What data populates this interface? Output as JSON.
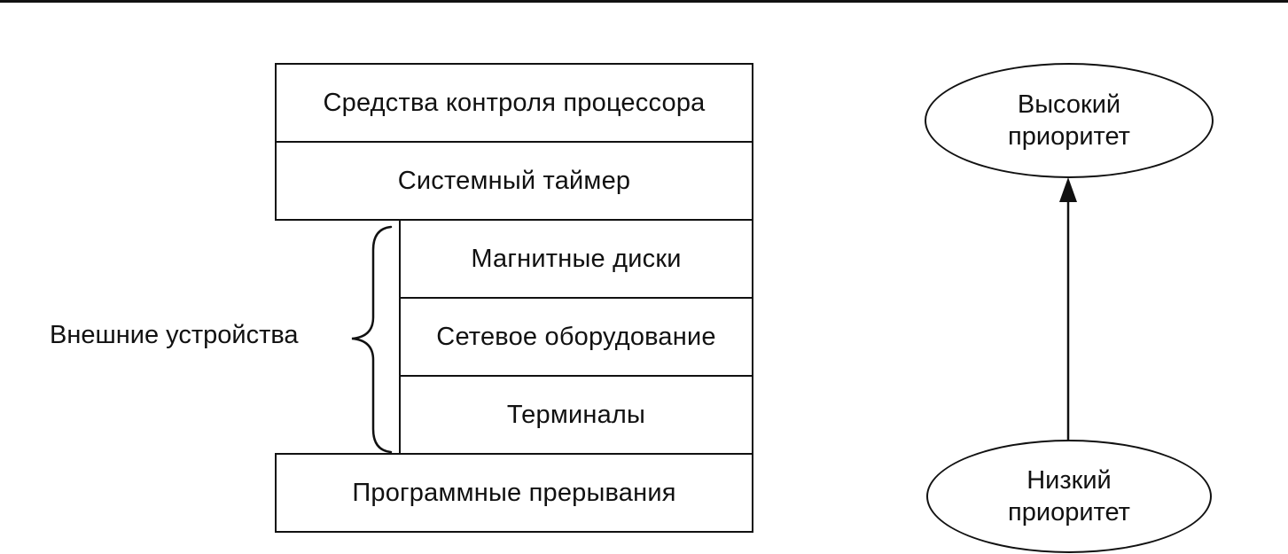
{
  "stack": {
    "processor_control": "Средства контроля процессора",
    "system_timer": "Системный таймер",
    "magnetic_disks": "Магнитные диски",
    "network_equipment": "Сетевое оборудование",
    "terminals": "Терминалы",
    "software_interrupts": "Программные прерывания"
  },
  "external_devices_label": "Внешние устройства",
  "priority": {
    "high_line1": "Высокий",
    "high_line2": "приоритет",
    "low_line1": "Низкий",
    "low_line2": "приоритет"
  }
}
